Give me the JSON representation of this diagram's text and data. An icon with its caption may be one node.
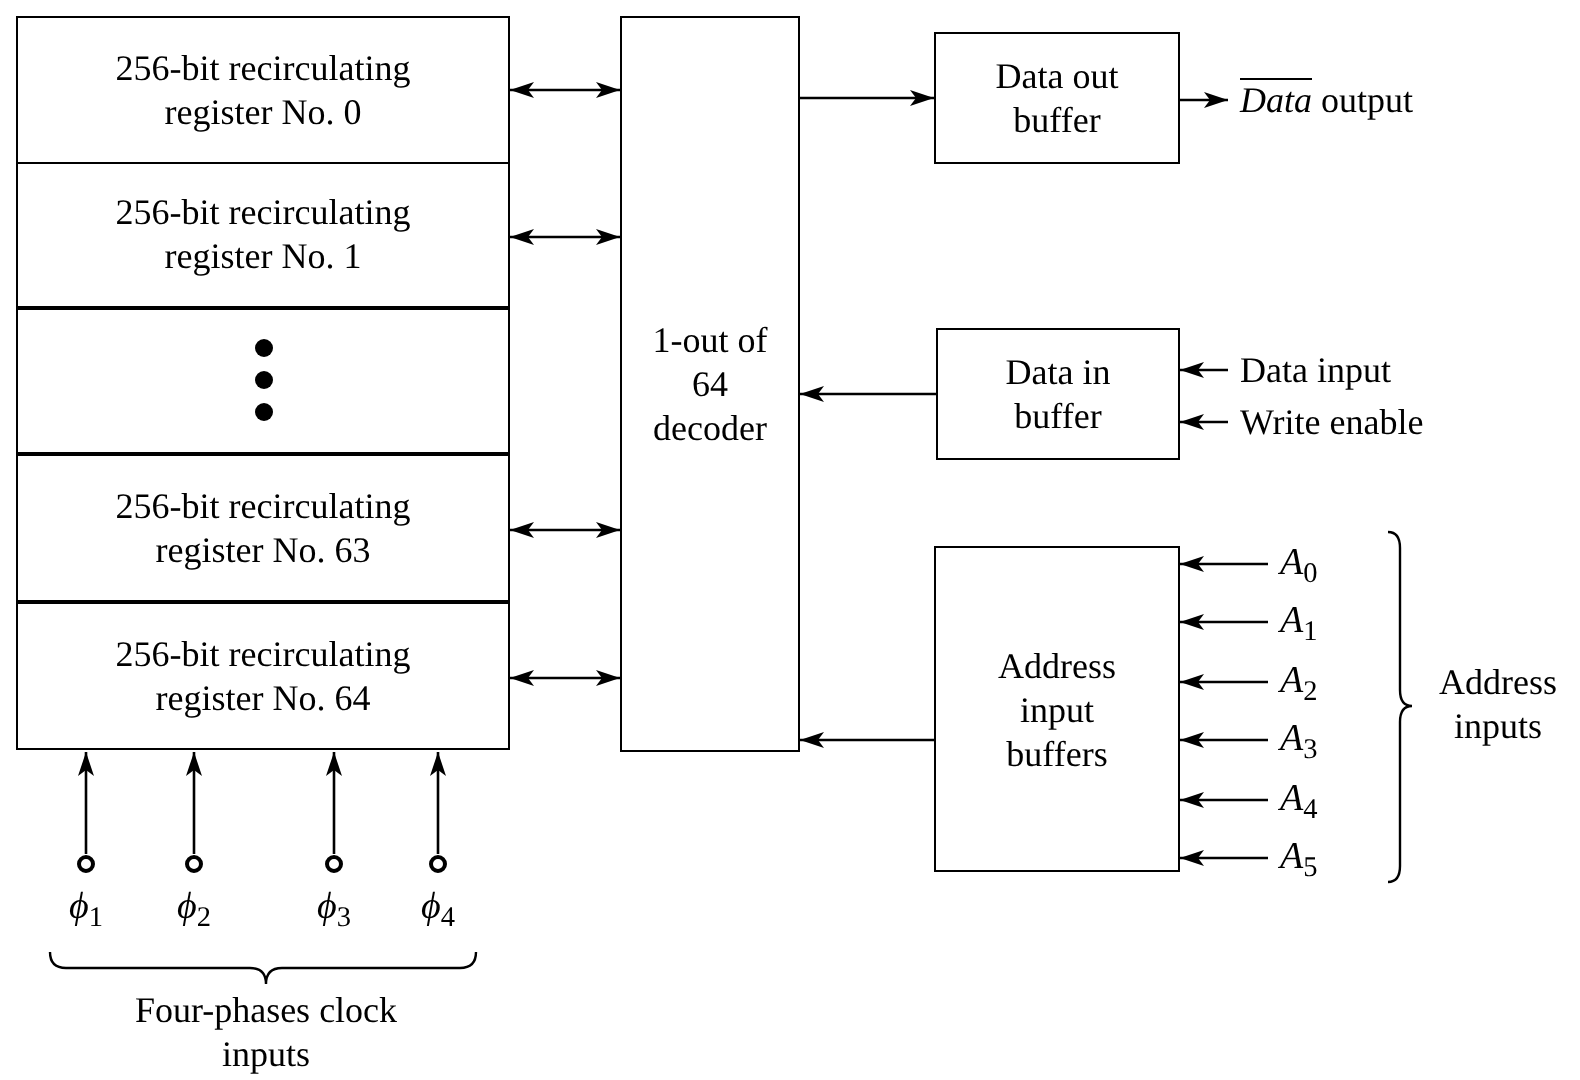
{
  "diagram": {
    "nodes": [
      {
        "text": [
          "256-bit recirculating register No. 0"
        ]
      },
      {
        "text": [
          "256-bit recirculating register No. 1"
        ]
      },
      {
        "text": [],
        "shape": "box"
      },
      {
        "text": [
          "256-bit recirculating register No. 63"
        ]
      },
      {
        "text": [
          "256-bit recirculating register No. 64"
        ]
      },
      {
        "text": [
          "1-out of 64 decoder"
        ]
      },
      {
        "text": [
          "Data out buffer"
        ]
      },
      {
        "text": [
          "*Data* output"
        ]
      },
      {
        "text": [
          "Data in buffer"
        ]
      },
      {
        "text": [
          "Data input"
        ]
      },
      {
        "text": [
          "Write enable"
        ]
      },
      {
        "text": [
          "Address input buffers"
        ]
      },
      {
        "text": [
          "*A*$_{0}$"
        ]
      },
      {
        "text": [
          "*A*$_{1}$"
        ]
      },
      {
        "text": [
          "*A*$_{2}$"
        ]
      },
      {
        "text": [
          "*A*$_{3}$"
        ]
      },
      {
        "text": [
          "*A*$_{4}$"
        ]
      },
      {
        "text": [
          "*A*$_{5}$"
        ]
      },
      {
        "text": [
          "*ϕ*$_{1}$"
        ]
      },
      {
        "text": [
          "*ϕ*$_{2}$"
        ]
      },
      {
        "text": [
          "*ϕ*$_{3}$"
        ]
      },
      {
        "text": [
          "*ϕ*$_{4}$"
        ]
      }
    ],
    "edges": [
      {
        "from": 0,
        "to": 5,
        "arrow": "both"
      },
      {
        "from": 1,
        "to": 5,
        "arrow": "both"
      },
      {
        "from": 3,
        "to": 5,
        "arrow": "both"
      },
      {
        "from": 4,
        "to": 5,
        "arrow": "both"
      },
      {
        "from": 5,
        "to": 6,
        "arrow": "to"
      },
      {
        "from": 6,
        "to": 7,
        "arrow": "to"
      },
      {
        "from": 8,
        "to": 5,
        "arrow": "to"
      },
      {
        "from": 9,
        "to": 8,
        "arrow": "to"
      },
      {
        "from": 10,
        "to": 8,
        "arrow": "to"
      },
      {
        "from": 11,
        "to": 5,
        "arrow": "to"
      },
      {
        "from": 12,
        "to": 11,
        "arrow": "to"
      },
      {
        "from": 13,
        "to": 11,
        "arrow": "to"
      },
      {
        "from": 14,
        "to": 11,
        "arrow": "to"
      },
      {
        "from": 15,
        "to": 11,
        "arrow": "to"
      },
      {
        "from": 16,
        "to": 11,
        "arrow": "to"
      },
      {
        "from": 17,
        "to": 11,
        "arrow": "to"
      },
      {
        "from": 18,
        "to": 4,
        "arrow": "to"
      },
      {
        "from": 19,
        "to": 4,
        "arrow": "to"
      },
      {
        "from": 20,
        "to": 4,
        "arrow": "to"
      },
      {
        "from": 21,
        "to": 4,
        "arrow": "to"
      }
    ],
    "labels": [
      "Four-phases clock inputs",
      "Address inputs"
    ]
  }
}
